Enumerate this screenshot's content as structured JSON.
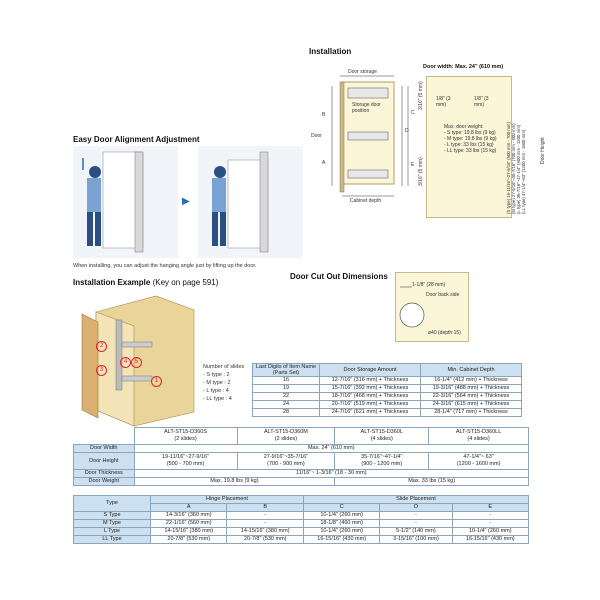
{
  "installation": {
    "title": "Installation",
    "door_storage": "Door storage",
    "door_width": "Door width: Max. 24\" (610 mm)",
    "storage_pos": "Storage door position",
    "door": "Door",
    "cabinet_depth": "Cabinet depth",
    "door_height": "Door Height",
    "gap_left": "1/8\" (3 mm)",
    "gap_right": "1/8\" (3 mm)",
    "top_gap": "3/16\" (5 mm)",
    "bottom_gap": "3/16\" (5 mm)",
    "labels": [
      "A",
      "B",
      "C",
      "D",
      "E"
    ],
    "weight_title": "Max. door weight:",
    "weights": [
      "- S type: 19.8 lbs (9 kg)",
      "- M type: 19.8 lbs (9 kg)",
      "- L type: 33 lbs (15 kg)",
      "- LL type: 33 lbs (15 kg)"
    ],
    "side_lines": [
      "(S type) 19-11/16\"~27-9/16\" (500 mm - 700 mm)",
      "(M type) 27-9/16\"~35-7/16\" (700 mm - 900 mm)",
      "(L type) 35-7/16\"~47-1/4\" (900 mm - 1200 mm)",
      "(LL type) 47-1/4\"~63\" (1200 mm - 1600 mm)"
    ]
  },
  "easy_adjust": {
    "title": "Easy Door Alignment Adjustment",
    "caption": "When installing, you can adjust the hanging angle just by lifting up the door."
  },
  "example": {
    "title": "Installation Example",
    "key_note": "(Key on page 591)",
    "numbers": [
      "1",
      "2",
      "3",
      "4",
      "5"
    ]
  },
  "cutout": {
    "title": "Door Cut Out Dimensions",
    "dim": "1-1/8\" (28 mm)",
    "back": "Door back side",
    "dia": "ø40 (depth:15)"
  },
  "slides_legend": {
    "title": "Number of slides",
    "rows": [
      "- S type  : 2",
      "- M type : 2",
      "- L type  : 4",
      "- LL type : 4"
    ]
  },
  "storage_table": {
    "headers": [
      "Last Digits of Item Name (Parts Set)",
      "Door Storage Amount",
      "Min. Cabinet Depth"
    ],
    "rows": [
      [
        "16",
        "12-7/16\" (316 mm) + Thickness",
        "16-1/4\" (412 mm) + Thickness"
      ],
      [
        "19",
        "15-7/16\" (392 mm) + Thickness",
        "19-3/16\" (488 mm) + Thickness"
      ],
      [
        "22",
        "18-7/16\" (468 mm) + Thickness",
        "22-3/16\" (564 mm) + Thickness"
      ],
      [
        "24",
        "20-7/16\" (519 mm) + Thickness",
        "24-3/16\" (615 mm) + Thickness"
      ],
      [
        "28",
        "24-7/16\" (621 mm) + Thickness",
        "28-1/4\" (717 mm) + Thickness"
      ]
    ]
  },
  "spec_table": {
    "models": [
      {
        "name": "ALT-ST15-D360S",
        "slides": "(2 slides)"
      },
      {
        "name": "ALT-ST15-D360M",
        "slides": "(2 slides)"
      },
      {
        "name": "ALT-ST15-D360L",
        "slides": "(4 slides)"
      },
      {
        "name": "ALT-ST15-D360LL",
        "slides": "(4 slides)"
      }
    ],
    "door_width_label": "Door Width",
    "door_width": "Max. 24\" (610 mm)",
    "door_height_label": "Door Height",
    "heights": [
      [
        "19-11/16\"~27-9/16\"",
        "(500 - 700 mm)"
      ],
      [
        "27-9/16\"~35-7/16\"",
        "(700 - 900 mm)"
      ],
      [
        "35-7/16\"~47-1/4\"",
        "(900 - 1200 mm)"
      ],
      [
        "47-1/4\"~ 63\"",
        "(1200 - 1600 mm)"
      ]
    ],
    "thickness_label": "Door Thickness",
    "thickness": "11/16\"~ 1-3/16\" (18 - 30 mm)",
    "weight_label": "Door Weight",
    "weight_sm": "Max. 19.8 lbs (9 kg)",
    "weight_lll": "Max. 33 lbs (15 kg)"
  },
  "placement_table": {
    "type_label": "Type",
    "hinge_label": "Hinge Placement",
    "slide_label": "Slide Placement",
    "cols": [
      "A",
      "B",
      "C",
      "D",
      "E"
    ],
    "rows": [
      [
        "S Type",
        "14-3/16\" (360 mm)",
        "-",
        "10-1/4\" (260 mm)",
        "-",
        "-"
      ],
      [
        "M Type",
        "22-1/16\" (560 mm)",
        "-",
        "18-1/8\" (460 mm)",
        "-",
        "-"
      ],
      [
        "L Type",
        "14-15/16\" (380 mm)",
        "14-15/16\" (380 mm)",
        "10-1/4\" (260 mm)",
        "5-1/2\" (140 mm)",
        "10-1/4\" (260 mm)"
      ],
      [
        "LL Type",
        "20-7/8\" (530 mm)",
        "20-7/8\" (530 mm)",
        "16-15/16\" (430 mm)",
        "3-15/16\" (100 mm)",
        "16-15/16\" (430 mm)"
      ]
    ]
  }
}
